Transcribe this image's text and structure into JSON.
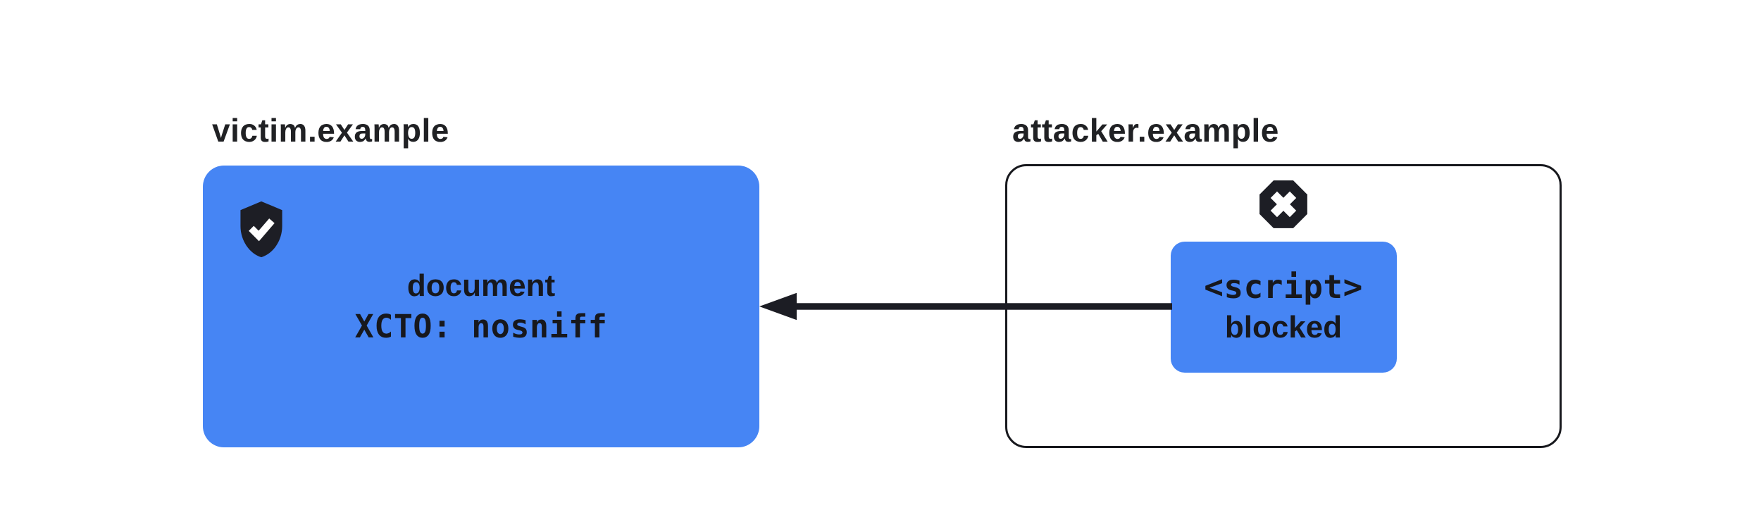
{
  "victim": {
    "label": "victim.example",
    "icon": "shield-check",
    "card": {
      "line1": "document",
      "line2": "XCTO: nosniff"
    }
  },
  "attacker": {
    "label": "attacker.example",
    "icon": "blocked-x-octagon",
    "script_box": {
      "line1": "<script>",
      "line2": "blocked"
    }
  },
  "arrow": {
    "direction": "right-to-left",
    "from": "script-box",
    "to": "victim-document-box"
  },
  "colors": {
    "accent_blue": "#4685f4",
    "ink_dark": "#17181d",
    "text_heading": "#202124",
    "background": "#ffffff",
    "icon_check_x": "#ffffff"
  }
}
